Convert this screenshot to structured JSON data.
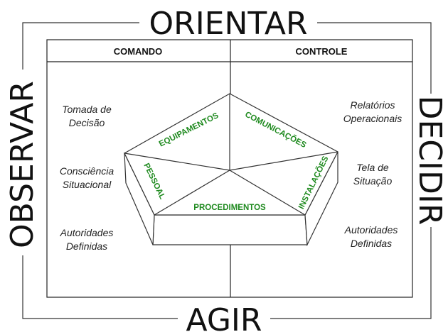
{
  "ooda": {
    "top": "ORIENTAR",
    "bottom": "AGIR",
    "left": "OBSERVAR",
    "right": "DECIDIR"
  },
  "headers": {
    "left": "COMANDO",
    "right": "CONTROLE"
  },
  "left_items": [
    {
      "line1": "Tomada de",
      "line2": "Decisão"
    },
    {
      "line1": "Consciência",
      "line2": "Situacional"
    },
    {
      "line1": "Autoridades",
      "line2": "Definidas"
    }
  ],
  "right_items": [
    {
      "line1": "Relatórios",
      "line2": "Operacionais"
    },
    {
      "line1": "Tela de",
      "line2": "Situação"
    },
    {
      "line1": "Autoridades",
      "line2": "Definidas"
    }
  ],
  "pentagon": {
    "equipamentos": "EQUIPAMENTOS",
    "comunicacoes": "COMUNICAÇÕES",
    "pessoal": "PESSOAL",
    "instalacoes": "INSTALAÇÕES",
    "procedimentos": "PROCEDIMENTOS"
  }
}
